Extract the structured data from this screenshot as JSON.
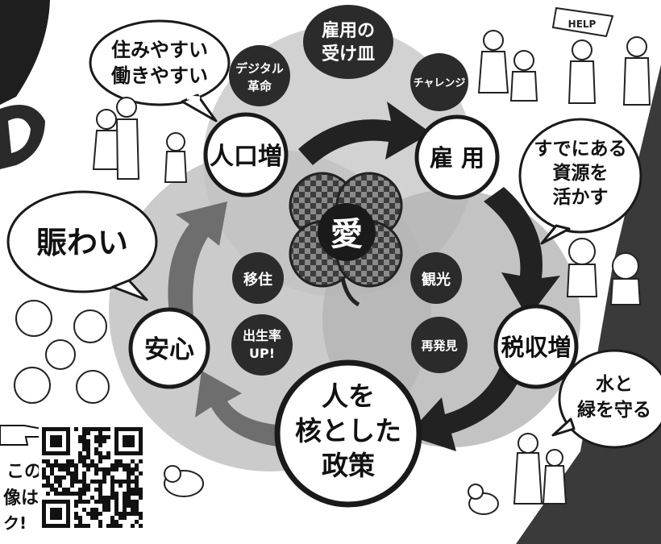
{
  "colors": {
    "background": "#ffffff",
    "venn_light": "#d4d4d4",
    "venn_mid": "#bdbdbd",
    "venn_dark": "#a5a5a5",
    "badge_dark": "#2b2b2b",
    "arrow_dark": "#222222",
    "arrow_gray": "#6e6e6e",
    "corner_dark": "#3a3a3a"
  },
  "center": {
    "symbol": "愛",
    "icon": "four-leaf-clover-icon"
  },
  "nodes": {
    "population": "人口増",
    "employment": "雇 用",
    "tax": "税収増",
    "security": "安心",
    "policy_line1": "人を",
    "policy_line2": "核とした",
    "policy_line3": "政策"
  },
  "badges": {
    "jobs_line1": "雇用の",
    "jobs_line2": "受け皿",
    "digital_line1": "デジタル",
    "digital_line2": "革命",
    "challenge": "チャレンジ",
    "migration": "移住",
    "tourism": "観光",
    "birthrate_line1": "出生率",
    "birthrate_line2": "UP!",
    "rediscovery": "再発見"
  },
  "bubbles": {
    "livable_line1": "住みやすい",
    "livable_line2": "働きやすい",
    "resources_line1": "すでにある",
    "resources_line2": "資源を",
    "resources_line3": "活かす",
    "bustle": "賑わい",
    "water_line1": "水と",
    "water_line2": "緑を守る"
  },
  "footer": {
    "line1": "この",
    "line2": "像は",
    "line3": "ク!"
  },
  "illustrations": {
    "help_sign": "HELP"
  }
}
